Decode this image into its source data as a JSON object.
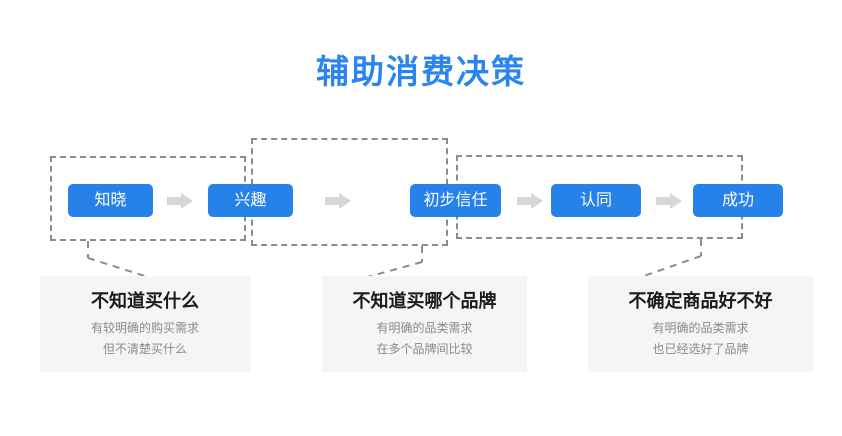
{
  "page": {
    "title": "辅助消费决策",
    "title_color": "#2b84f0",
    "background_color": "#ffffff"
  },
  "flow": {
    "pill_color": "#2681e8",
    "pill_text_color": "#ffffff",
    "arrow_color": "#d6d6d6",
    "arrow_icon": "arrow-right-icon",
    "stages": [
      {
        "label": "知晓"
      },
      {
        "label": "兴趣"
      },
      {
        "label": "初步信任"
      },
      {
        "label": "认同"
      },
      {
        "label": "成功"
      }
    ],
    "arrows": [
      "→",
      "→",
      "→",
      "→"
    ],
    "groups": [
      {
        "name": "group-awareness-interest",
        "border_color": "#8c8c8c",
        "border_style": "dashed"
      },
      {
        "name": "group-interest-trust",
        "border_color": "#8c8c8c",
        "border_style": "dashed"
      },
      {
        "name": "group-trust-success",
        "border_color": "#8c8c8c",
        "border_style": "dashed"
      }
    ]
  },
  "cards": {
    "background_color": "#f5f5f5",
    "title_color": "#1a1a1a",
    "line_color": "#8a8a8a",
    "items": [
      {
        "title": "不知道买什么",
        "lines": [
          "有较明确的购买需求",
          "但不清楚买什么"
        ]
      },
      {
        "title": "不知道买哪个品牌",
        "lines": [
          "有明确的品类需求",
          "在多个品牌间比较"
        ]
      },
      {
        "title": "不确定商品好不好",
        "lines": [
          "有明确的品类需求",
          "也已经选好了品牌"
        ]
      }
    ]
  }
}
